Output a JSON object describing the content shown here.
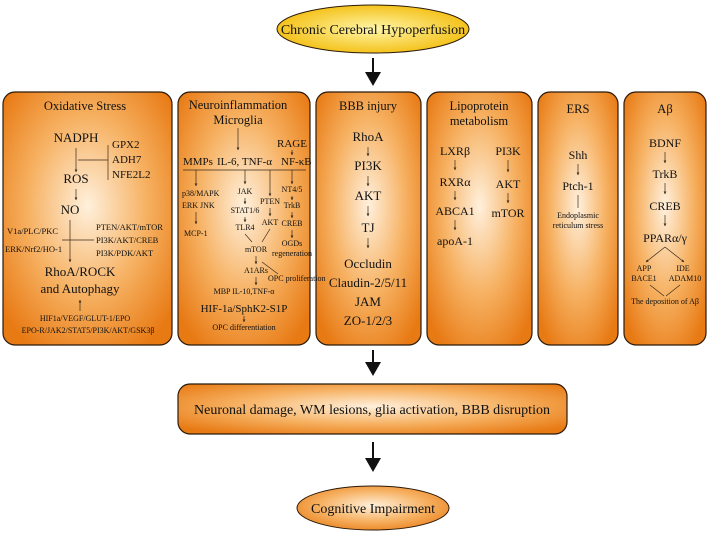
{
  "top_title": "Chronic Cerebral Hypoperfusion",
  "bottom_title": "Cognitive Impairment",
  "middle_box": "Neuronal damage, WM lesions, glia activation, BBB disruption",
  "panels": {
    "oxidative": {
      "title": "Oxidative Stress",
      "nadph": "NADPH",
      "enzymes": [
        "GPX2",
        "ADH7",
        "NFE2L2"
      ],
      "ros": "ROS",
      "no": "NO",
      "left_paths": [
        "V1a/PLC/PKC",
        "ERK/Nrf2/HO-1"
      ],
      "right_paths": [
        "PTEN/AKT/mTOR",
        "PI3K/AKT/CREB",
        "PI3K/PDK/AKT"
      ],
      "outcome": [
        "RhoA/ROCK",
        "and Autophagy"
      ],
      "bottom_paths": [
        "HIF1a/VEGF/GLUT-1/EPO",
        "EPO-R/JAK2/STAT5/PI3K/AKT/GSK3β"
      ]
    },
    "neuro": {
      "title": [
        "Neuroinflammation",
        "Microglia"
      ],
      "rage": "RAGE",
      "mmps": "MMPs",
      "cytokines": "IL-6, TNF-α",
      "nfkb": "NF-κB",
      "p38": "p38/MAPK",
      "erk_jnk": "ERK JNK",
      "mcp": "MCP-1",
      "jak": "JAK",
      "stat": "STAT1/6",
      "tlr4": "TLR4",
      "pten": "PTEN",
      "akt": "AKT",
      "nt45": "NT4/5",
      "trkb": "TrkB",
      "creb": "CREB",
      "ogds": [
        "OGDs",
        "regeneration"
      ],
      "mtor": "mTOR",
      "a1ars": "A1ARs",
      "opc_prolif": "OPC proliferation",
      "mbp": "MBP IL-10,TNF-α",
      "hif": "HIF-1a/SphK2-S1P",
      "opc_diff": "OPC differentiation"
    },
    "bbb": {
      "title": "BBB injury",
      "nodes": [
        "RhoA",
        "PI3K",
        "AKT",
        "TJ"
      ],
      "proteins": [
        "Occludin",
        "Claudin-2/5/11",
        "JAM",
        "ZO-1/2/3"
      ]
    },
    "lipo": {
      "title": [
        "Lipoprotein",
        "metabolism"
      ],
      "left": [
        "LXRβ",
        "RXRα",
        "ABCA1",
        "apoA-1"
      ],
      "right": [
        "PI3K",
        "AKT",
        "mTOR"
      ]
    },
    "ers": {
      "title": "ERS",
      "nodes": [
        "Shh",
        "Ptch-1"
      ],
      "note": [
        "Endoplasmic",
        "reticulum stress"
      ]
    },
    "abeta": {
      "title": "Aβ",
      "nodes": [
        "BDNF",
        "TrkB",
        "CREB",
        "PPARα/γ"
      ],
      "left": [
        "APP",
        "BACE1"
      ],
      "right": [
        "IDE",
        "ADAM10"
      ],
      "deposition": "The deposition of Aβ"
    }
  },
  "colors": {
    "orange_edge": "#e87a14",
    "orange_mid": "#f6b060",
    "orange_center": "#fff0dc",
    "yellow_edge": "#f2b800",
    "yellow_center": "#fff6a8",
    "border": "#2a1a0a"
  }
}
